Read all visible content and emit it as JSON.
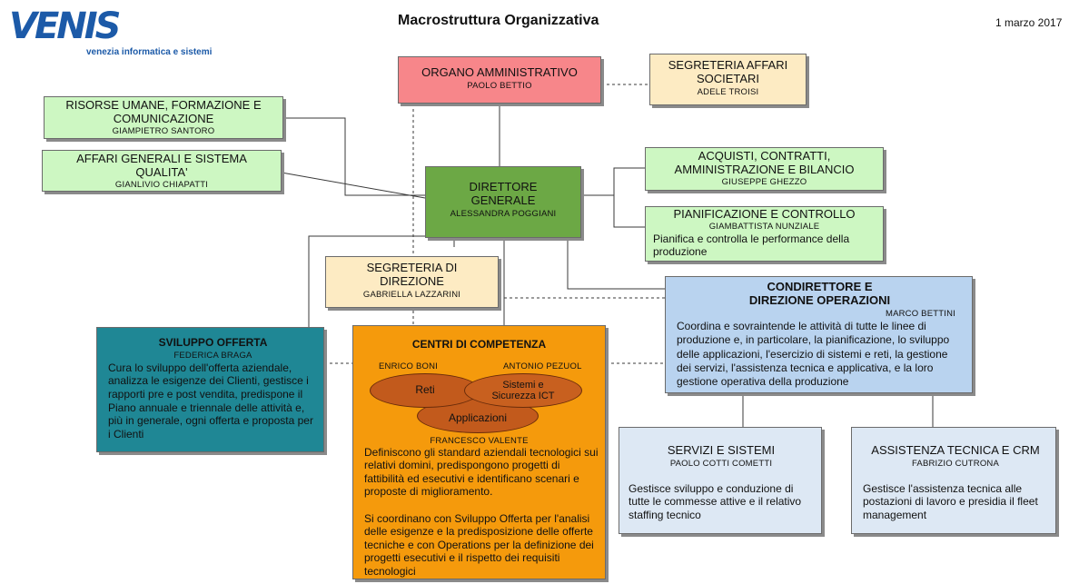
{
  "header": {
    "logo_text": "VENIS",
    "logo_sub": "venezia informatica e sistemi",
    "title": "Macrostruttura Organizzativa",
    "date": "1 marzo 2017"
  },
  "nodes": {
    "organo": {
      "title": "ORGANO AMMINISTRATIVO",
      "name": "PAOLO BETTIO",
      "color": "#f7868a"
    },
    "segreteria_affari": {
      "title": "SEGRETERIA AFFARI SOCIETARI",
      "name": "ADELE TROISI",
      "color": "#fdebc3"
    },
    "risorse_umane": {
      "title": "RISORSE UMANE, FORMAZIONE E COMUNICAZIONE",
      "name": "GIAMPIETRO SANTORO",
      "color": "#cdf7c2"
    },
    "affari_generali": {
      "title": "AFFARI GENERALI E SISTEMA QUALITA'",
      "name": "GIANLIVIO CHIAPATTI",
      "color": "#cdf7c2"
    },
    "acquisti": {
      "title": "ACQUISTI, CONTRATTI, AMMINISTRAZIONE E BILANCIO",
      "name": "GIUSEPPE GHEZZO",
      "color": "#cdf7c2"
    },
    "direttore": {
      "title": "DIRETTORE GENERALE",
      "name": "ALESSANDRA POGGIANI",
      "color": "#6ca845"
    },
    "pianificazione": {
      "title": "PIANIFICAZIONE E CONTROLLO",
      "name": "GIAMBATTISTA NUNZIALE",
      "desc": "Pianifica e controlla le performance della produzione",
      "color": "#cdf7c2"
    },
    "segreteria_direzione": {
      "title": "SEGRETERIA DI DIREZIONE",
      "name": "GABRIELLA LAZZARINI",
      "color": "#fdebc3"
    },
    "condirettore": {
      "title1": "CONDIRETTORE E",
      "title2": "DIREZIONE OPERAZIONI",
      "name": "MARCO BETTINI",
      "desc": "Coordina e sovraintende le attività di tutte le linee di produzione e, in particolare, la pianificazione, lo sviluppo delle applicazioni, l'esercizio di sistemi e reti, la gestione dei servizi, l'assistenza tecnica e applicativa, e la loro gestione operativa della produzione",
      "color": "#b9d3ef"
    },
    "sviluppo_offerta": {
      "title": "SVILUPPO OFFERTA",
      "name": "FEDERICA BRAGA",
      "desc": "Cura lo sviluppo dell'offerta aziendale, analizza le esigenze dei Clienti, gestisce i rapporti pre e post vendita, predispone il Piano annuale e triennale delle attività e, più in generale, ogni offerta e proposta per i Clienti",
      "color": "#1f8795"
    },
    "centri": {
      "title": "CENTRI DI COMPETENZA",
      "name_left": "ENRICO BONI",
      "name_right": "ANTONIO PEZUOL",
      "ellipse_reti": "Reti",
      "ellipse_sistemi": "Sistemi e Sicurezza ICT",
      "ellipse_applicazioni": "Applicazioni",
      "name_bottom": "FRANCESCO VALENTE",
      "desc1": "Definiscono gli standard aziendali tecnologici sui relativi domini, predispongono progetti di fattibilità ed esecutivi e identificano scenari e proposte di miglioramento.",
      "desc2": "Si coordinano con Sviluppo Offerta per l'analisi delle esigenze e la predisposizione delle offerte tecniche e con Operations per la definizione dei progetti esecutivi e il rispetto dei requisiti tecnologici",
      "color": "#f59a0c"
    },
    "servizi": {
      "title": "SERVIZI E SISTEMI",
      "name": "PAOLO COTTI COMETTI",
      "desc": "Gestisce sviluppo e conduzione di tutte le commesse attive e il relativo staffing tecnico",
      "color": "#dde8f4"
    },
    "assistenza": {
      "title": "ASSISTENZA TECNICA E CRM",
      "name": "FABRIZIO CUTRONA",
      "desc": "Gestisce l'assistenza tecnica alle postazioni di lavoro e presidia il fleet management",
      "color": "#dde8f4"
    }
  }
}
